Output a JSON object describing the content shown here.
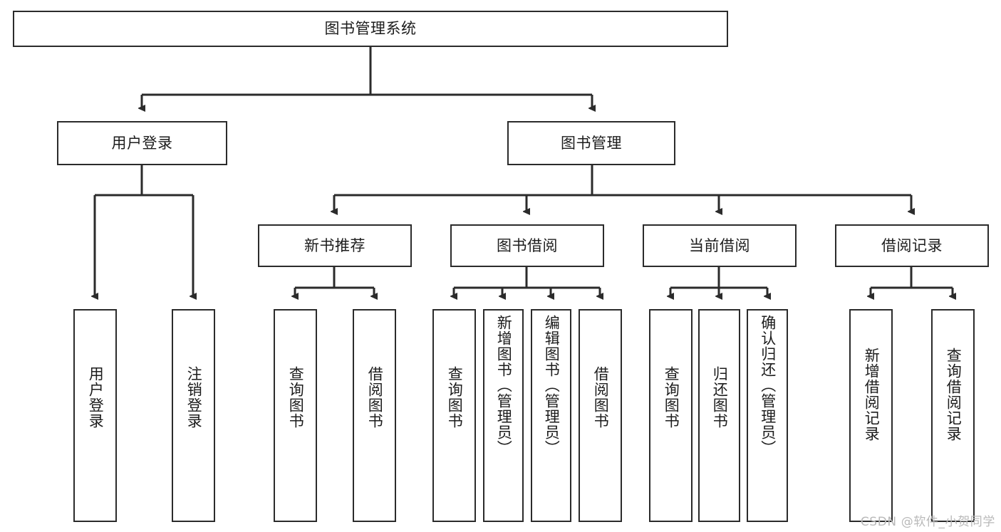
{
  "diagram": {
    "title_text": "图书管理系统",
    "watermark": "CSDN @软件_小贺同学",
    "stroke_color": "#2b2b2b",
    "fill_color": "#ffffff",
    "text_color": "#1c1c1c",
    "nodes": {
      "root": "图书管理系统",
      "level2": {
        "user_login": "用户登录",
        "book_manage": "图书管理"
      },
      "level3": {
        "new_book_recommend": "新书推荐",
        "book_borrow": "图书借阅",
        "current_borrow": "当前借阅",
        "borrow_record": "借阅记录"
      },
      "leaves": {
        "user_login_1": "用户登录",
        "user_login_2": "注销登录",
        "recommend_1": "查询图书",
        "recommend_2": "借阅图书",
        "borrow_1": "查询图书",
        "borrow_2": "新增图书（管理员）",
        "borrow_3": "编辑图书（管理员）",
        "borrow_4": "借阅图书",
        "current_1": "查询图书",
        "current_2": "归还图书",
        "current_3": "确认归还（管理员）",
        "record_1": "新增借阅记录",
        "record_2": "查询借阅记录"
      }
    }
  }
}
